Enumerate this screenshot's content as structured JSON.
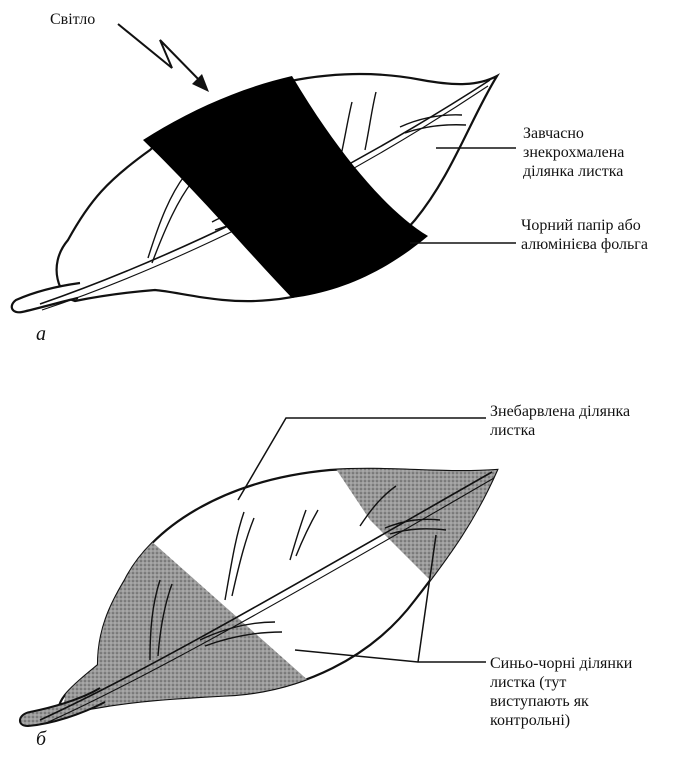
{
  "figure_a": {
    "letter": "а",
    "light_label": "Світло",
    "label_destarched": [
      "Завчасно",
      "знекрохмалена",
      "ділянка листка"
    ],
    "label_paper": [
      "Чорний папір або",
      "алюмінієва фольга"
    ]
  },
  "figure_b": {
    "letter": "б",
    "label_discolored": [
      "Знебарвлена ділянка",
      "листка"
    ],
    "label_blueblack": [
      "Синьо-чорні ділянки",
      "листка (тут",
      "виступають як",
      "контрольні)"
    ]
  },
  "colors": {
    "ink": "#111111",
    "shade": "#8a8a8a",
    "foil": "#000000"
  }
}
